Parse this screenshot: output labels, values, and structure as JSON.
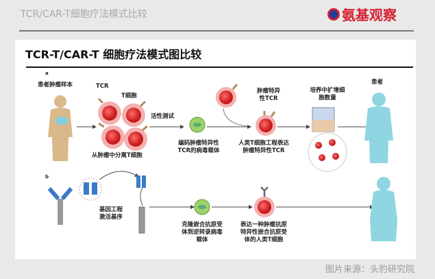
{
  "header": {
    "title": "TCR/CAR-T细胞疗法模式比较",
    "logo": "氨基观察"
  },
  "figure": {
    "title": "TCR-T/CAR-T 细胞疗法模式图比较",
    "panel_a": {
      "label": "a",
      "patient_sample": "患者肿瘤样本",
      "tcr": "TCR",
      "t_cell": "T细胞",
      "isolate": "从肿瘤中分离T细胞",
      "activity_test": "活性测试",
      "vector_1": "编码肿瘤特异性",
      "vector_2": "TCR的病毒载体",
      "specific_1": "肿瘤特异",
      "specific_2": "性TCR",
      "engineer_1": "人类T细胞工程表达",
      "engineer_2": "肿瘤特异性TCR",
      "expand_1": "培养中扩增细",
      "expand_2": "胞数量",
      "patient": "患者"
    },
    "panel_b": {
      "label": "b",
      "gene_1": "基因工程",
      "gene_2": "激活基序",
      "clone_1": "克隆嵌合抗原受",
      "clone_2": "体到逆转录病毒",
      "clone_3": "载体",
      "express_1": "表达一种肿瘤抗原",
      "express_2": "特异性嵌合抗原受",
      "express_3": "体的人类T细胞"
    }
  },
  "source": "图片来源：头豹研究院"
}
